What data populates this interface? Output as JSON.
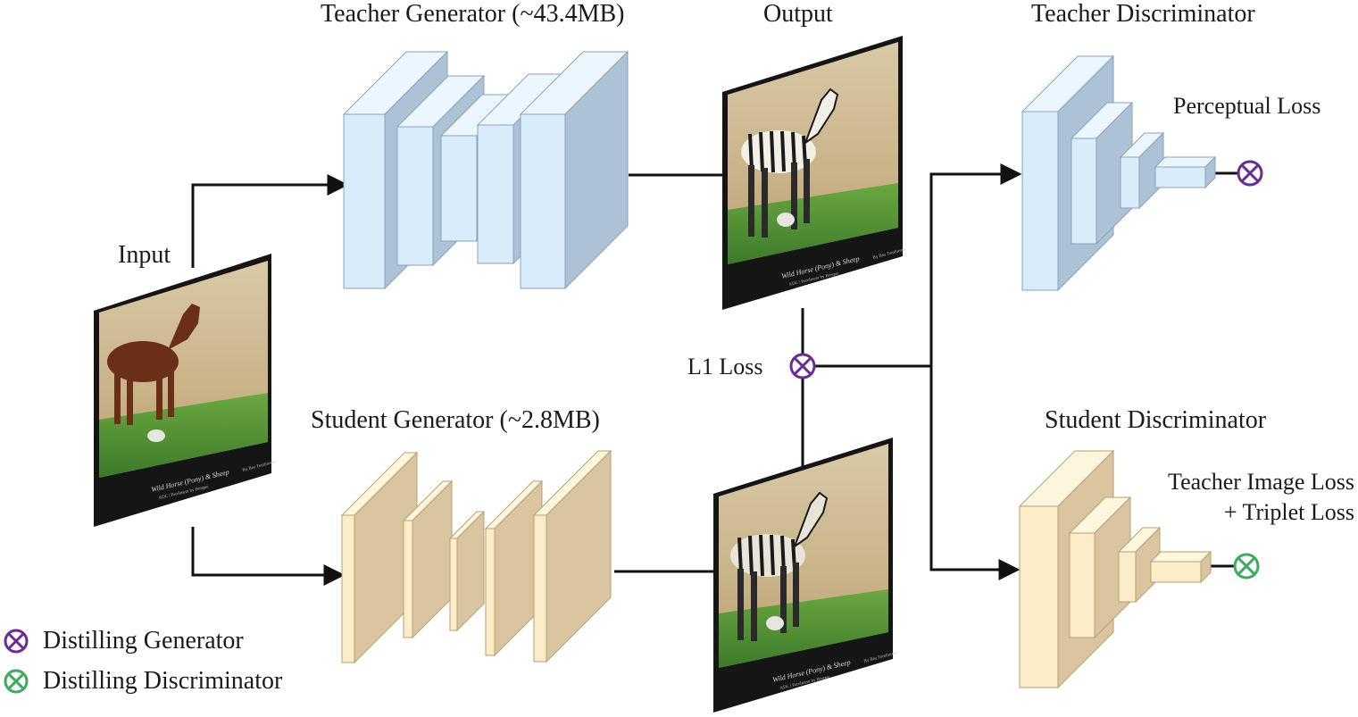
{
  "labels": {
    "teacher_generator": "Teacher Generator (~43.4MB)",
    "student_generator": "Student Generator (~2.8MB)",
    "input": "Input",
    "output": "Output",
    "teacher_discriminator": "Teacher Discriminator",
    "student_discriminator": "Student Discriminator",
    "perceptual_loss": "Perceptual Loss",
    "l1_loss": "L1 Loss",
    "teacher_image_loss": "Teacher Image Loss",
    "triplet_loss": "+ Triplet Loss"
  },
  "image_captions": {
    "title": "Wild Horse (Pony) & Sheep",
    "subline": "ADC | Parolment by Bosque",
    "credit": "By Bea Tomlinson"
  },
  "legend": [
    {
      "label": "Distilling Generator",
      "color": "#6a2c91"
    },
    {
      "label": "Distilling Discriminator",
      "color": "#3daa5c"
    }
  ],
  "colors": {
    "teacher_front": "#d9ecfb",
    "teacher_side": "#aec2d6",
    "student_front": "#fcedc8",
    "student_side": "#d9c5a0",
    "generator_marker": "#6a2c91",
    "discriminator_marker": "#3daa5c",
    "line": "#111111"
  }
}
